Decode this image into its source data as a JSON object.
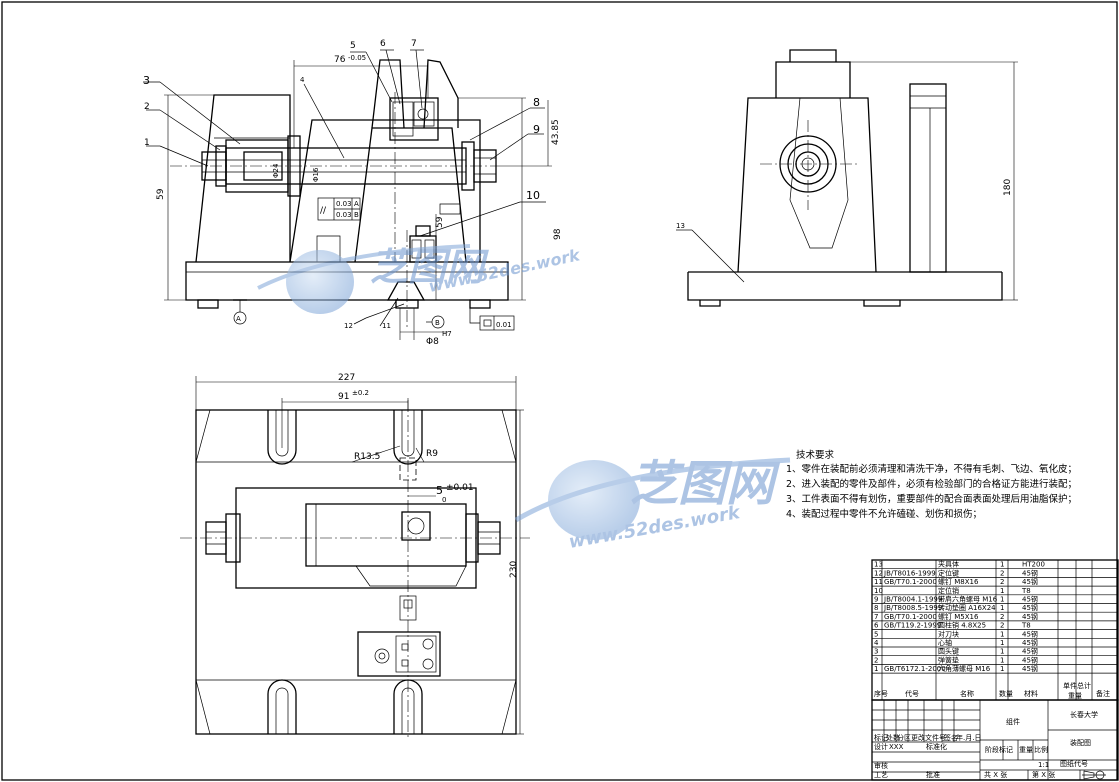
{
  "balloons": [
    "1",
    "2",
    "3",
    "4",
    "5",
    "6",
    "7",
    "8",
    "9",
    "10",
    "11",
    "12",
    "13"
  ],
  "dims": {
    "front_top": "76",
    "front_top_sup": "-0.05",
    "h_left": "59",
    "h_right": "98",
    "h_pin": "43.85",
    "d_pin": "Φ8",
    "d_pin_tol": "H7",
    "d_shaft": "Φ24",
    "d_shaft2": "Φ16",
    "len_59": "59",
    "side_h": "180",
    "plan_w": "227",
    "plan_slot": "91",
    "plan_slot_tol": "±0.2",
    "plan_h": "230",
    "r1": "R13.5",
    "r2": "R9",
    "off5": "5",
    "off5_tol": "±0.01",
    "off5_sub": "0"
  },
  "datums": {
    "a": "A",
    "b": "B"
  },
  "gdt": {
    "par_sym": "//",
    "r1_val": "0.03",
    "r1_ref": "A",
    "r2_val": "0.03",
    "r2_ref": "B",
    "flat_val": "0.01"
  },
  "watermark": {
    "brand": "芝图网",
    "url": "www.52des.work"
  },
  "requirements": {
    "title": "技术要求",
    "items": [
      "1、零件在装配前必须清理和清洗干净，不得有毛刺、飞边、氧化皮；",
      "2、进入装配的零件及部件，必须有检验部门的合格证方能进行装配；",
      "3、工件表面不得有划伤，重要部件的配合面表面处理后用油脂保护；",
      "4、装配过程中零件不允许磕碰、划伤和损伤；"
    ]
  },
  "bom": {
    "rows": [
      {
        "no": "13",
        "code": "",
        "name": "夹具体",
        "qty": "1",
        "mat": "HT200"
      },
      {
        "no": "12",
        "code": "JB/T8016-1999",
        "name": "定位键",
        "qty": "2",
        "mat": "45钢"
      },
      {
        "no": "11",
        "code": "GB/T70.1-2000",
        "name": "螺钉 M8X16",
        "qty": "2",
        "mat": "45钢"
      },
      {
        "no": "10",
        "code": "",
        "name": "定位销",
        "qty": "1",
        "mat": "T8"
      },
      {
        "no": "9",
        "code": "JB/T8004.1-1999",
        "name": "带肩六角螺母 M16",
        "qty": "1",
        "mat": "45钢"
      },
      {
        "no": "8",
        "code": "JB/T8008.5-1999",
        "name": "转动垫圈 A16X24",
        "qty": "1",
        "mat": "45钢"
      },
      {
        "no": "7",
        "code": "GB/T70.1-2000",
        "name": "螺钉 M5X16",
        "qty": "2",
        "mat": "45钢"
      },
      {
        "no": "6",
        "code": "GB/T119.2-1999",
        "name": "圆柱销 4.8X25",
        "qty": "2",
        "mat": "T8"
      },
      {
        "no": "5",
        "code": "",
        "name": "对刀块",
        "qty": "1",
        "mat": "45钢"
      },
      {
        "no": "4",
        "code": "",
        "name": "心轴",
        "qty": "1",
        "mat": "45钢"
      },
      {
        "no": "3",
        "code": "",
        "name": "圆头键",
        "qty": "1",
        "mat": "45钢"
      },
      {
        "no": "2",
        "code": "",
        "name": "弹簧垫",
        "qty": "1",
        "mat": "45钢"
      },
      {
        "no": "1",
        "code": "GB/T6172.1-2000",
        "name": "六角薄螺母 M16",
        "qty": "1",
        "mat": "45钢"
      }
    ],
    "header": {
      "no": "序号",
      "code": "代号",
      "name": "名称",
      "qty": "数量",
      "mat": "材料",
      "unit_w": "单件",
      "total_w": "总计",
      "weight": "重量",
      "remark": "备注"
    }
  },
  "title_block": {
    "part": "组件",
    "school": "长春大学",
    "drawing_type": "装配图",
    "scale": "1:1",
    "drawing_no_label": "图纸代号",
    "sign_labels": [
      "标记",
      "处数",
      "分区",
      "更改文件号",
      "签名",
      "年.月.日"
    ],
    "design": "设计",
    "designer": "XXX",
    "standard": "标准化",
    "stage": "阶段标记",
    "weight": "重量",
    "ratio": "比例",
    "review": "审核",
    "process": "工艺",
    "approve": "批准",
    "sheets": "共 X 张",
    "sheet": "第 X 张"
  }
}
